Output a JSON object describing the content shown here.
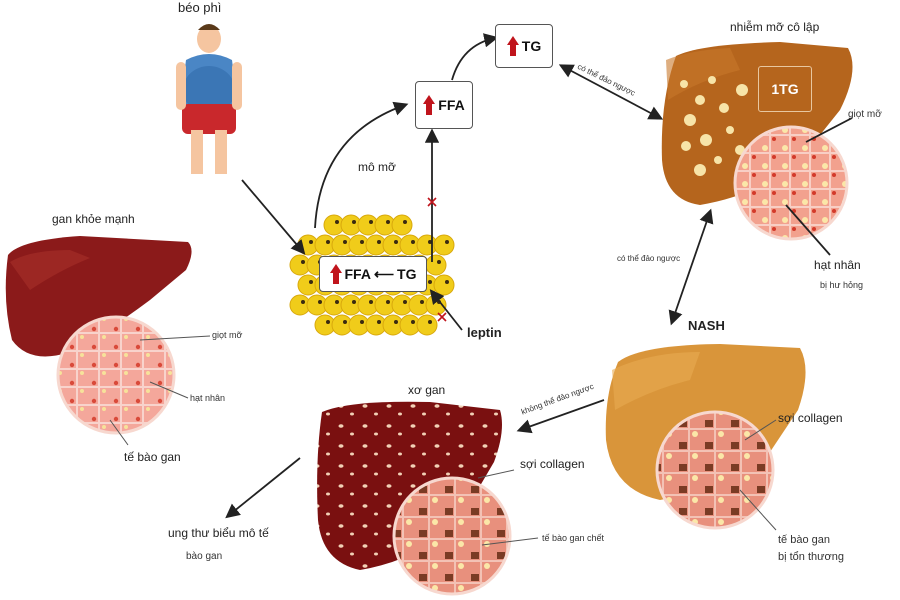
{
  "labels": {
    "obesity": "béo phì",
    "adipose": "mô mỡ",
    "healthy_liver": "gan khỏe mạnh",
    "steatosis": "nhiễm mỡ cô lập",
    "nash": "NASH",
    "cirrhosis": "xơ gan",
    "cancer_line1": "ung thư biểu mô tế",
    "cancer_line2": "bào gan",
    "fat_droplet": "giọt mỡ",
    "nucleus": "hạt nhân",
    "hepatocyte": "tế bào gan",
    "fat_droplet_2": "giọt mỡ",
    "nucleus_2": "hạt nhân",
    "damaged": "bị hư hỏng",
    "collagen_nash": "sợi collagen",
    "injured_cell_1": "tế bào gan",
    "injured_cell_2": "bị tổn thương",
    "collagen_cirrhosis": "sợi collagen",
    "dead_cell": "tế bào gan chết",
    "reversible_1": "có thể đảo ngược",
    "reversible_2": "có thể đảo ngược",
    "irreversible": "không thể đảo ngược",
    "leptin": "leptin"
  },
  "boxes": {
    "tg_top": "TG",
    "ffa": "FFA",
    "adipose_ffa": "FFA",
    "adipose_tg": "TG",
    "liver_tg": "1TG"
  },
  "colors": {
    "arrow_red": "#c0141c",
    "healthy_liver": "#8b1a1a",
    "steatosis_liver": "#b5651d",
    "nash_liver": "#d9953a",
    "cirrhosis_liver": "#7a1010",
    "adipose": "#f0cc1a"
  }
}
